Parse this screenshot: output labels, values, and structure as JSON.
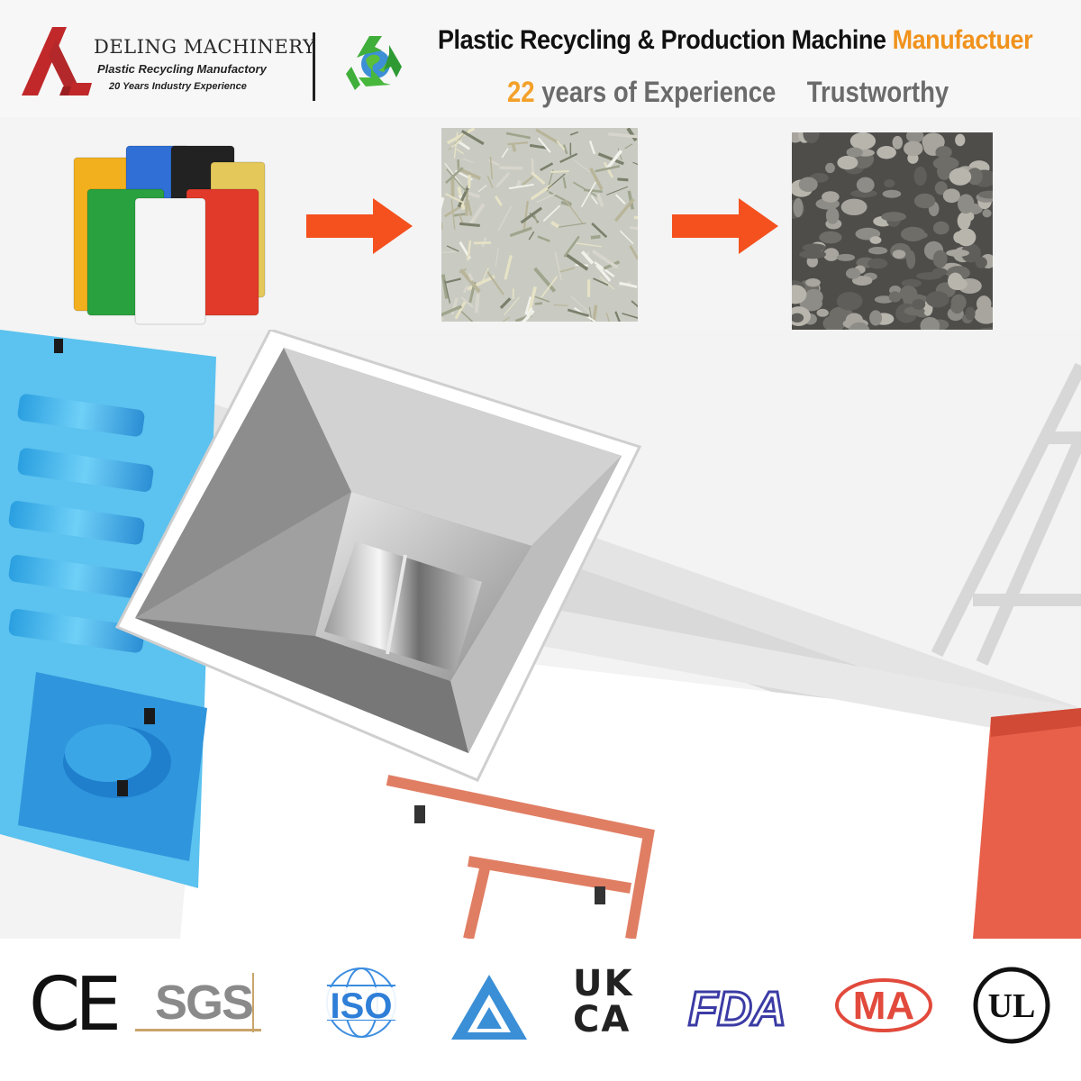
{
  "header": {
    "brand_name": "DELING MACHINERY",
    "brand_subtitle": "Plastic Recycling Manufactory",
    "brand_experience": "20 Years Industry Experience",
    "headline_main": "Plastic Recycling & Production Machine ",
    "headline_accent": "Manufactuer",
    "tagline_number": "22",
    "tagline_rest": " years of Experience",
    "tagline_trust": "Trustworthy"
  },
  "process": {
    "steps": [
      "bags-image",
      "shredded-plastic-image",
      "pellets-image"
    ],
    "bag_colors": [
      "#f2b01e",
      "#2f6fd6",
      "#222222",
      "#e4c95a",
      "#2aa13f",
      "#e23a2a",
      "#f5f5f5"
    ]
  },
  "certifications": {
    "ce": "CE",
    "sgs": "SGS",
    "iso": "ISO",
    "ukca_top": "UK",
    "ukca_bottom": "CA",
    "fda": "FDA",
    "ma": "MA",
    "ul": "UL"
  },
  "colors": {
    "accent_orange": "#f0921c",
    "arrow_orange": "#f4511e",
    "logo_red": "#c0282a",
    "gearbox_blue": "#35aee8",
    "machine_red": "#e8604a"
  }
}
